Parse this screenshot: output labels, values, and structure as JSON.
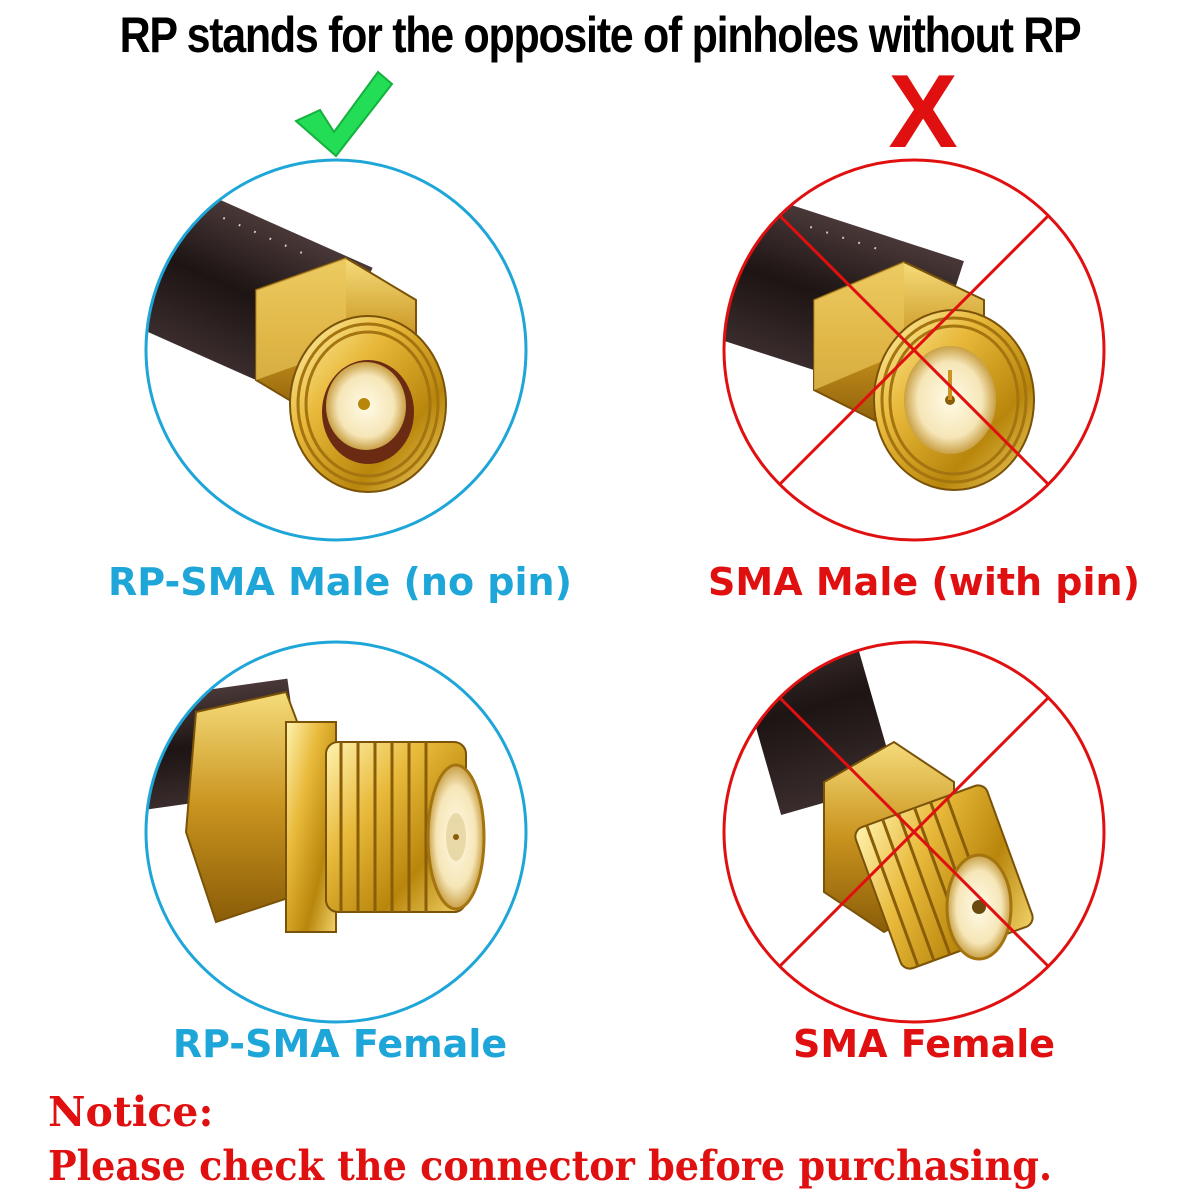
{
  "headline": "RP stands for the opposite of pinholes without RP",
  "marks": {
    "correct_icon": "green-check-icon",
    "wrong_icon": "red-x-icon",
    "wrong_text": "X"
  },
  "colors": {
    "correct": "#1ea6d8",
    "wrong": "#e01010",
    "check": "#22dd55"
  },
  "panels": [
    {
      "caption": "RP-SMA Male (no pin)",
      "status": "correct",
      "connector": "male-no-pin"
    },
    {
      "caption": "SMA Male (with pin)",
      "status": "wrong",
      "connector": "male-with-pin"
    },
    {
      "caption": "RP-SMA Female",
      "status": "correct",
      "connector": "female-with-pin"
    },
    {
      "caption": "SMA Female",
      "status": "wrong",
      "connector": "female-no-pin"
    }
  ],
  "notice": {
    "title": "Notice:",
    "message": "Please check the connector before purchasing."
  }
}
